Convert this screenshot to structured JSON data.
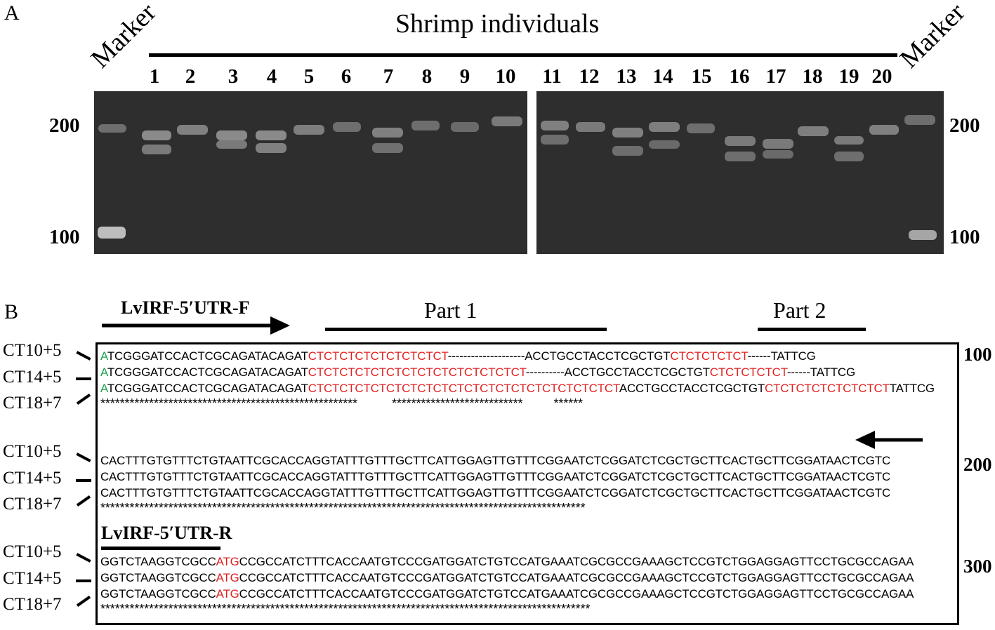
{
  "panel_a": {
    "label": "A",
    "title": "Shrimp individuals",
    "marker_label": "Marker",
    "lanes_left": [
      "1",
      "2",
      "3",
      "4",
      "5",
      "6",
      "7",
      "8",
      "9",
      "10"
    ],
    "lanes_right": [
      "11",
      "12",
      "13",
      "14",
      "15",
      "16",
      "17",
      "18",
      "19",
      "20"
    ],
    "size_200": "200",
    "size_100": "100"
  },
  "panel_b": {
    "label": "B",
    "primer_f": "LvIRF-5′UTR-F",
    "primer_r": "LvIRF-5′UTR-R",
    "part1": "Part 1",
    "part2": "Part 2",
    "row_labels": [
      "CT10+5",
      "CT14+5",
      "CT18+7"
    ],
    "scale": [
      "100",
      "200",
      "300"
    ],
    "block1": {
      "rows": [
        {
          "a": "A",
          "b": "TCGGGATCCACTCGCAGATACAGAT",
          "c": "CTCTCTCTCTCTCTCTCT",
          "d": "--------------------ACCTGCCTACCTCGCTGT",
          "e": "CTCTCTCTCT",
          "f": "------TATTCG"
        },
        {
          "a": "A",
          "b": "TCGGGATCCACTCGCAGATACAGAT",
          "c": "CTCTCTCTCTCTCTCTCTCTCTCTCTCT",
          "d": "----------ACCTGCCTACCTCGCTGT",
          "e": "CTCTCTCTCT",
          "f": "------TATTCG"
        },
        {
          "a": "A",
          "b": "TCGGGATCCACTCGCAGATACAGAT",
          "c": "CTCTCTCTCTCTCTCTCTCTCTCTCTCTCTCTCTCTCTCT",
          "d": "ACCTGCCTACCTCGCTGT",
          "e": "CTCTCTCTCTCTCTCT",
          "f": "TATTCG"
        }
      ],
      "stars": "*****************************************************          ***************************         ******"
    },
    "block2": {
      "rows": [
        "CACTTTGTGTTTCTGTAATTCGCACCAGGTATTTGTTTGCTTCATTGGAGTTGTTTCGGAATCTCGGATCTCGCTGCTTCACTGCTTCGGATAACTCGTC",
        "CACTTTGTGTTTCTGTAATTCGCACCAGGTATTTGTTTGCTTCATTGGAGTTGTTTCGGAATCTCGGATCTCGCTGCTTCACTGCTTCGGATAACTCGTC",
        "CACTTTGTGTTTCTGTAATTCGCACCAGGTATTTGTTTGCTTCATTGGAGTTGTTTCGGAATCTCGGATCTCGCTGCTTCACTGCTTCGGATAACTCGTC"
      ],
      "stars": "****************************************************************************************************"
    },
    "block3": {
      "prefix": "GGTCTAAGGTCGCC",
      "codon": "ATG",
      "suffix": "CCGCCATCTTTCACCAATGTCCCGATGGATCTGTCCATGAAATCGCGCCGAAAGCTCCGTCTGGAGGAGTTCCTGCGCCAGAA",
      "stars": "*****************************************************************************************************"
    }
  }
}
